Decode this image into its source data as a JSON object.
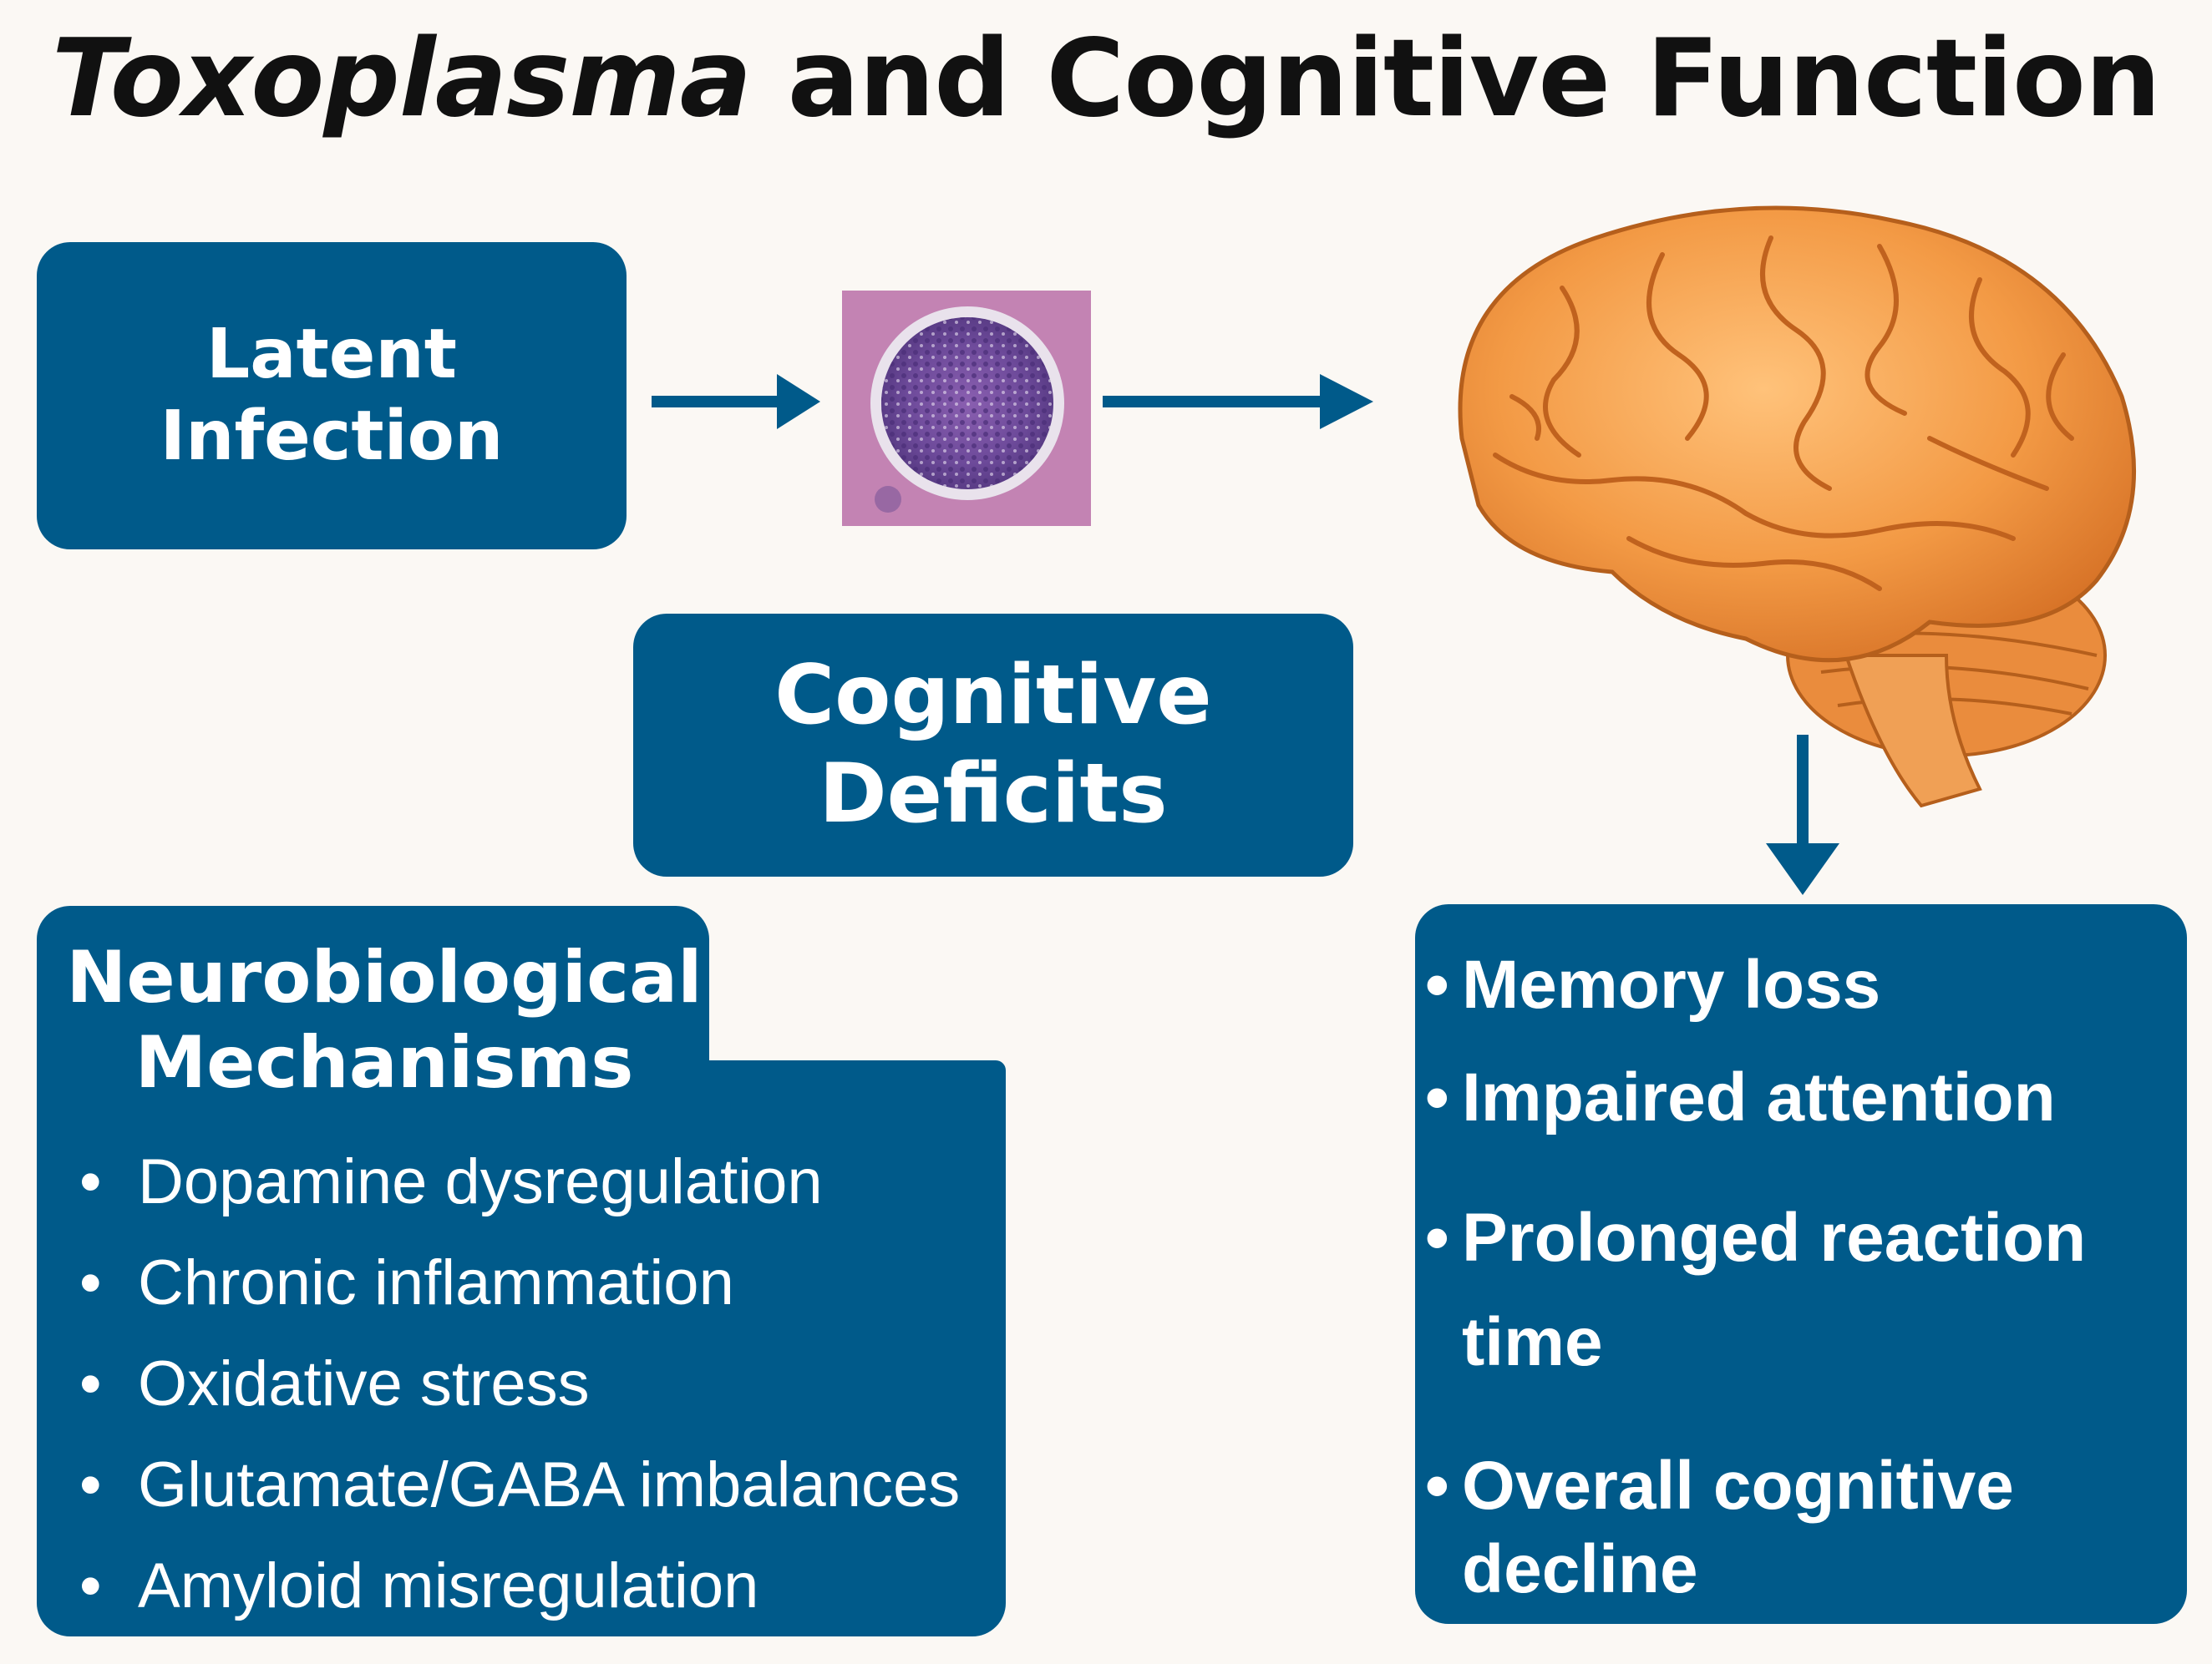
{
  "title": {
    "italic_part": "Toxoplasma",
    "rest": " and Cognitive Function"
  },
  "latent_box": {
    "line1": "Latent",
    "line2": "Infection"
  },
  "deficits_box": {
    "line1": "Cognitive",
    "line2": "Deficits"
  },
  "mechanisms": {
    "title_line1": "Neurobiological",
    "title_line2": "Mechanisms",
    "items": [
      "Dopamine dysregulation",
      "Chronic inflammation",
      "Oxidative stress",
      "Glutamate/GABA imbalances",
      "Amyloid misregulation"
    ]
  },
  "effects": {
    "items": [
      "Memory loss",
      "Impaired attention",
      "Prolonged reaction time",
      "Overall cognitive decline"
    ]
  },
  "colors": {
    "box": "#005a8a",
    "brain": "#f39a45",
    "cyst_bg": "#c78ab8"
  },
  "icons": [
    "tissue-cyst-image",
    "brain-illustration",
    "arrow-right-icon",
    "arrow-down-icon"
  ]
}
